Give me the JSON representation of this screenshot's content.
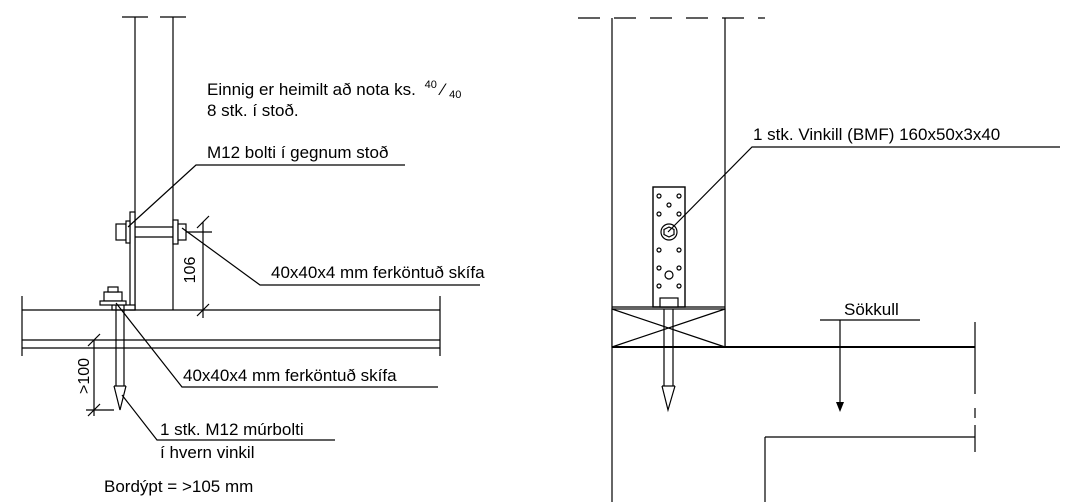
{
  "left_detail": {
    "note_line1": "Einnig er heimilt að nota ks.",
    "note_frac_num": "40",
    "note_frac_den": "40",
    "note_line2": "8 stk. í stoð.",
    "bolt_label": "M12 bolti í gegnum stoð",
    "washer_label_upper": "40x40x4 mm ferköntuð skífa",
    "washer_label_lower": "40x40x4 mm ferköntuð skífa",
    "dim_106": "106",
    "dim_100": ">100",
    "anchor_label_line1": "1 stk. M12 múrbolti",
    "anchor_label_line2": "í hvern vinkil",
    "slab_depth": "Bordýpt = >105 mm"
  },
  "right_detail": {
    "angle_label": "1 stk. Vinkill (BMF) 160x50x3x40",
    "plinth_label": "Sökkull"
  }
}
